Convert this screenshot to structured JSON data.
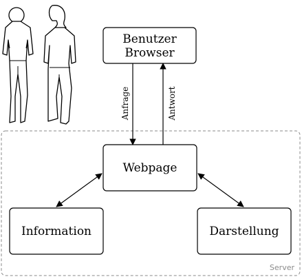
{
  "diagram": {
    "nodes": {
      "browser": {
        "line1": "Benutzer",
        "line2": "Browser"
      },
      "webpage": {
        "label": "Webpage"
      },
      "information": {
        "label": "Information"
      },
      "darstellung": {
        "label": "Darstellung"
      }
    },
    "edges": {
      "request": {
        "label": "Anfrage"
      },
      "response": {
        "label": "Antwort"
      }
    },
    "group": {
      "label": "Server"
    },
    "illustration": {
      "icon": "users-silhouette-icon"
    }
  }
}
